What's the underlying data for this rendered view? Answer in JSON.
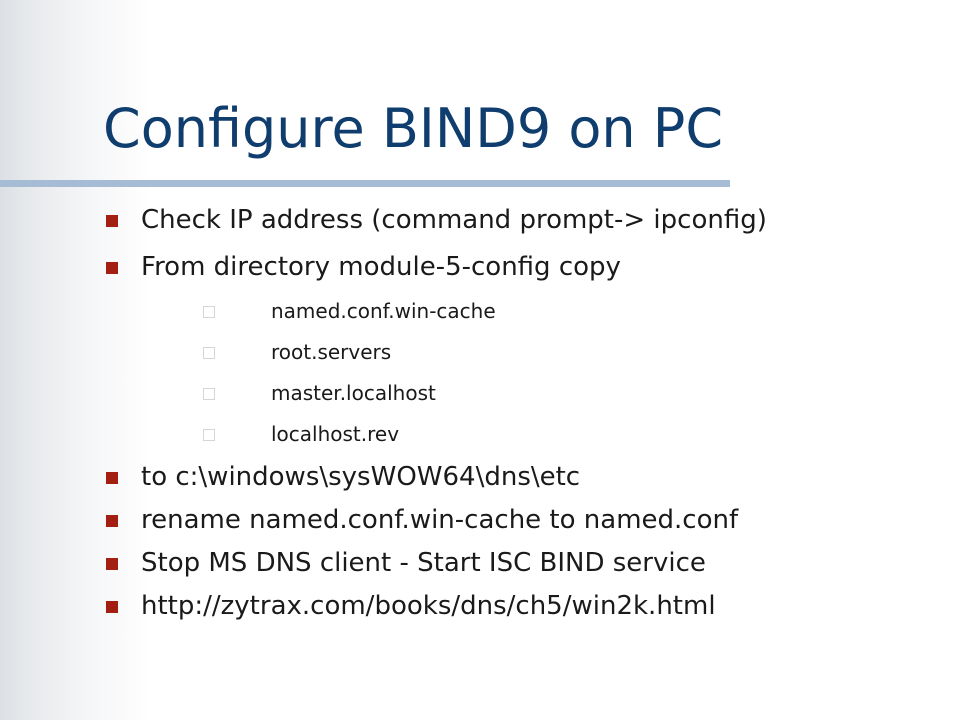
{
  "slide": {
    "title": "Configure BIND9 on PC",
    "bullets": [
      {
        "level": 1,
        "text": "Check IP address (command prompt-> ipconfig)"
      },
      {
        "level": 1,
        "text": "From directory module-5-config copy"
      },
      {
        "level": 2,
        "text": "named.conf.win-cache"
      },
      {
        "level": 2,
        "text": "root.servers"
      },
      {
        "level": 2,
        "text": "master.localhost"
      },
      {
        "level": 2,
        "text": "localhost.rev"
      },
      {
        "level": 1,
        "text": "to c:\\windows\\sysWOW64\\dns\\etc"
      },
      {
        "level": 1,
        "text": "rename named.conf.win-cache to named.conf"
      },
      {
        "level": 1,
        "text": "Stop MS DNS client - Start ISC BIND service"
      },
      {
        "level": 1,
        "text": "http://zytrax.com/books/dns/ch5/win2k.html"
      }
    ]
  },
  "colors": {
    "title": "#0f3d6e",
    "accent_rule": "#a6bbd4",
    "bullet": "#a31f12",
    "text": "#1a1a1a"
  }
}
